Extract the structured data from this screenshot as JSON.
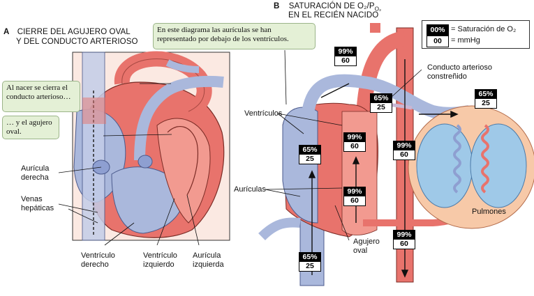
{
  "panel_a": {
    "letter": "A",
    "title_line1": "CIERRE DEL AGUJERO OVAL",
    "title_line2": "Y DEL CONDUCTO ARTERIOSO",
    "callout_ductus": "Al nacer se cierra el conducto arterioso…",
    "callout_oval": "… y el agujero oval.",
    "labels": {
      "right_atrium": "Aurícula derecha",
      "hepatic_veins": "Venas hepáticas",
      "right_ventricle": "Ventrículo derecho",
      "left_ventricle": "Ventrículo izquierdo",
      "left_atrium": "Aurícula izquierda"
    }
  },
  "panel_b": {
    "letter": "B",
    "title_line1": "SATURACIÓN DE O₂/P",
    "title_sub": "O₂",
    "title_line2": "EN EL RECIÉN NACIDO",
    "callout_note": "En este diagrama las aurículas se han representado por debajo de los ventrículos.",
    "legend": {
      "sat_chip": "00%",
      "sat_label": "= Saturación de O₂",
      "mmhg_chip": "00",
      "mmhg_label": "= mmHg"
    },
    "labels": {
      "ductus": "Conducto arterioso constreñido",
      "ventricles": "Ventrículos",
      "atria": "Aurículas",
      "foramen": "Agujero oval",
      "lungs": "Pulmones"
    },
    "badges": [
      {
        "id": "aorta-top",
        "sat": "99%",
        "p": "60"
      },
      {
        "id": "pulm-artery",
        "sat": "65%",
        "p": "25"
      },
      {
        "id": "pulm-right",
        "sat": "65%",
        "p": "25"
      },
      {
        "id": "right-ventricle",
        "sat": "65%",
        "p": "25"
      },
      {
        "id": "left-ventricle",
        "sat": "99%",
        "p": "60"
      },
      {
        "id": "aorta-mid",
        "sat": "99%",
        "p": "60"
      },
      {
        "id": "left-atrium",
        "sat": "99%",
        "p": "60"
      },
      {
        "id": "aorta-low",
        "sat": "99%",
        "p": "60"
      },
      {
        "id": "vena-cava",
        "sat": "65%",
        "p": "25"
      }
    ]
  },
  "colors": {
    "oxygenated": "#e8736c",
    "oxygenated_light": "#f4b3a8",
    "deoxygenated": "#aab8dc",
    "deoxygenated_light": "#cdd7ef",
    "lungs_fill": "#f7c9a8",
    "lungs_inner": "#9fc9e8",
    "callout_fill": "#e4f0d6"
  }
}
